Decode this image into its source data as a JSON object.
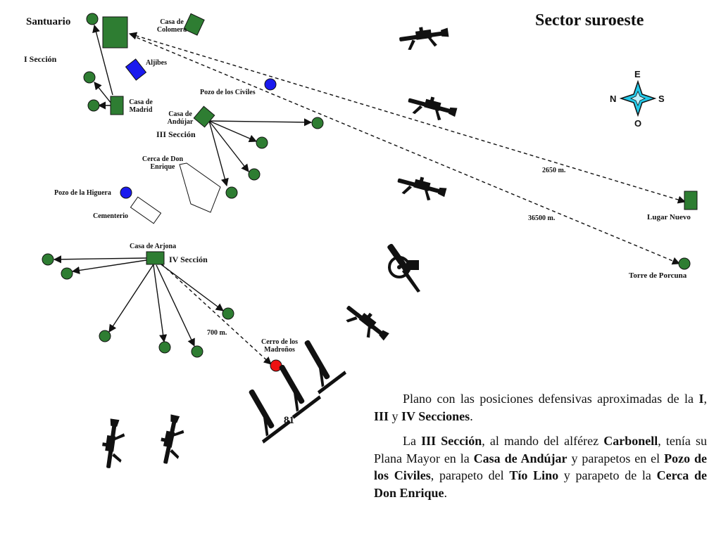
{
  "title": "Sector suroeste",
  "places": {
    "santuario": "Santuario",
    "casa_colomera": "Casa de Colomera",
    "seccion_1": "I Sección",
    "aljibes": "Aljibes",
    "casa_madrid": "Casa de Madrid",
    "pozo_civiles": "Pozo de los Civiles",
    "casa_andujar": "Casa de Andújar",
    "seccion_3": "III Sección",
    "cerca_don_enrique": "Cerca de Don Enrique",
    "pozo_higuera": "Pozo de la Higuera",
    "cementerio": "Cementerio",
    "casa_arjona": "Casa de Arjona",
    "seccion_4": "IV Sección",
    "cerro_madronos": "Cerro de los Madroños",
    "lugar_nuevo": "Lugar Nuevo",
    "torre_porcuna": "Torre de Porcuna"
  },
  "distances": {
    "d1": "2650 m.",
    "d2": "36500 m.",
    "d3": "700 m."
  },
  "compass": {
    "e": "E",
    "n": "N",
    "s": "S",
    "o": "O"
  },
  "weapon_label": "81",
  "caption": {
    "p1": [
      {
        "t": "Plano con las posiciones defensivas aproximadas de la ",
        "b": false
      },
      {
        "t": "I",
        "b": true
      },
      {
        "t": ",  ",
        "b": false
      },
      {
        "t": "III",
        "b": true
      },
      {
        "t": " y ",
        "b": false
      },
      {
        "t": "IV Secciones",
        "b": true
      },
      {
        "t": ".",
        "b": false
      }
    ],
    "p2": [
      {
        "t": "La ",
        "b": false
      },
      {
        "t": "III Sección",
        "b": true
      },
      {
        "t": ", al mando del alférez ",
        "b": false
      },
      {
        "t": "Carbonell",
        "b": true
      },
      {
        "t": ", tenía su Plana Mayor en la ",
        "b": false
      },
      {
        "t": "Casa de Andújar",
        "b": true
      },
      {
        "t": " y parapetos en el ",
        "b": false
      },
      {
        "t": "Pozo de los Civiles",
        "b": true
      },
      {
        "t": ", parapeto del ",
        "b": false
      },
      {
        "t": "Tío Lino",
        "b": true
      },
      {
        "t": " y parapeto de la ",
        "b": false
      },
      {
        "t": "Cerca de Don Enrique",
        "b": true
      },
      {
        "t": ".",
        "b": false
      }
    ]
  },
  "colors": {
    "position_green": "#2e7d32",
    "well_blue": "#1a1aee",
    "target_red": "#ee1111",
    "compass_cyan": "#22c8e8",
    "weapon_black": "#111111"
  },
  "icons": [
    "machine-gun-icon",
    "field-gun-icon",
    "mortar-icon",
    "compass-rose-icon"
  ]
}
